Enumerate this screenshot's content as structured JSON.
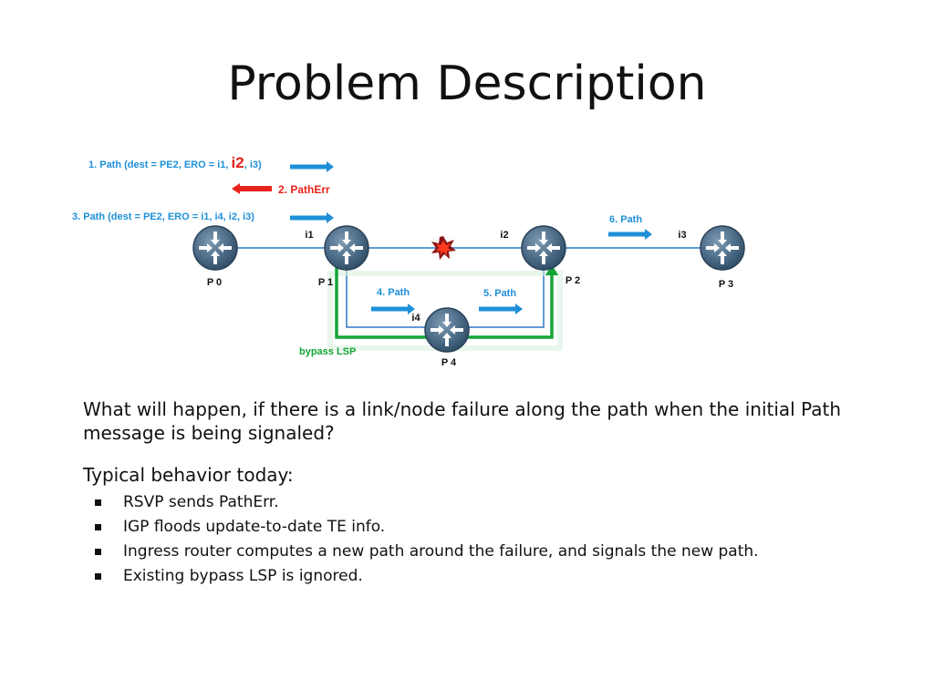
{
  "slide": {
    "title": "Problem Description"
  },
  "diagram": {
    "msg1": {
      "prefix": "1. Path (dest = PE2, ERO = i1, ",
      "highlight": "i2",
      "suffix": ", i3)"
    },
    "msg2": "2. PathErr",
    "msg3": "3. Path  (dest = PE2, ERO = i1, i4, i2, i3)",
    "msg4": "4. Path",
    "msg5": "5. Path",
    "msg6": "6. Path",
    "interfaces": {
      "i1": "i1",
      "i2": "i2",
      "i3": "i3",
      "i4": "i4"
    },
    "routers": {
      "p0": "P 0",
      "p1": "P 1",
      "p2": "P 2",
      "p3": "P 3",
      "p4": "P 4"
    },
    "bypass_label": "bypass LSP",
    "colors": {
      "path": "#1E90D8",
      "error": "#E8221C",
      "bypass": "#13A538",
      "router": "#3F5F7A"
    }
  },
  "content": {
    "question": "What will happen, if there is a link/node failure along the path when the initial Path message is being signaled?",
    "subheading": "Typical behavior today:",
    "bullets": [
      "RSVP sends PathErr.",
      "IGP floods update-to-date TE info.",
      "Ingress router computes a new path around the failure, and signals the new path.",
      "Existing bypass LSP is ignored."
    ]
  }
}
